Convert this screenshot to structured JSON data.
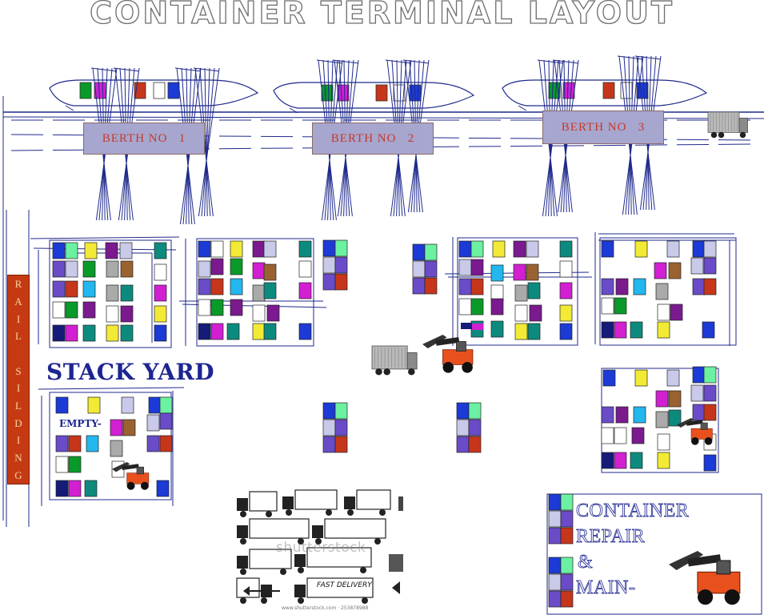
{
  "title": "CONTAINER TERMINAL LAYOUT",
  "berths": [
    "BERTH NO   1",
    "BERTH NO   2",
    "BERTH NO   3"
  ],
  "rail_siding": "RAIL SILDING",
  "stack_yard": "STACK YARD",
  "empty_label": "EMPTY-",
  "repair": {
    "line1": "CONTAINER",
    "line2": "REPAIR",
    "line3": "&",
    "line4": "MAIN-"
  },
  "truck_panel": {
    "watermark": "shutterstock",
    "sign": "FAST DELIVERY",
    "credit": "www.shutterstock.com · 253878988"
  },
  "colors": {
    "green": "#0a9a2a",
    "magenta": "#d21fd2",
    "red": "#c6361b",
    "blue": "#1b3ad6",
    "purple": "#7a1a8e",
    "teal": "#0d8a7e",
    "yellow": "#f2ea35",
    "cyan": "#22b7ee",
    "brown": "#9a6231",
    "grey": "#aaaaaa",
    "lavender": "#c9c9ea",
    "indigo": "#6a4bc8",
    "navy": "#141b78",
    "mint": "#6cf0a2",
    "white": "#ffffff",
    "line": "#1f2a8c"
  }
}
